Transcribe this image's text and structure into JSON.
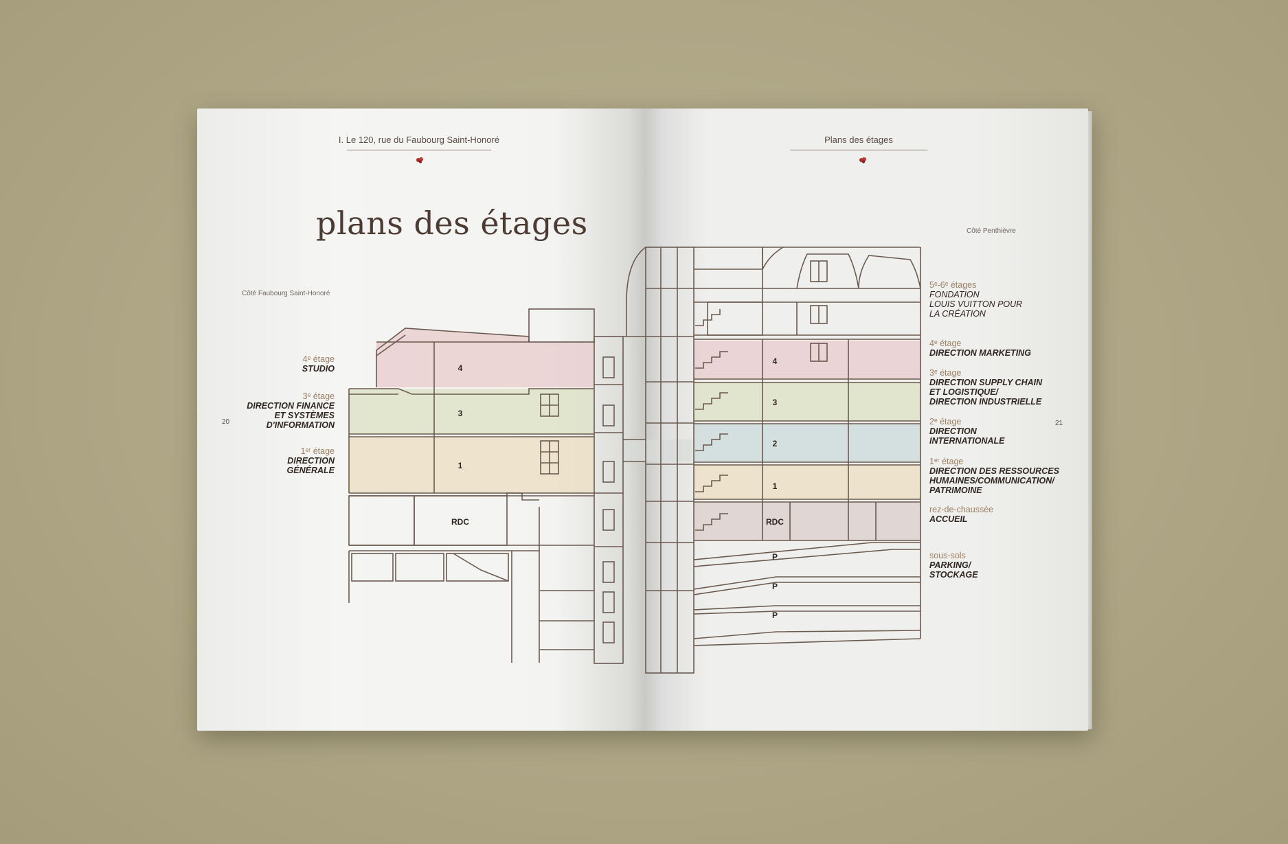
{
  "left_page": {
    "running_head": "I. Le 120, rue du Faubourg Saint-Honoré",
    "title": "plans des étages",
    "side_caption": "Côté Faubourg Saint-Honoré",
    "page_number": "20",
    "labels": [
      {
        "floor": "4ᵉ étage",
        "dept": [
          "STUDIO"
        ]
      },
      {
        "floor": "3ᵉ étage",
        "dept": [
          "DIRECTION FINANCE",
          "ET SYSTÈMES",
          "D'INFORMATION"
        ]
      },
      {
        "floor": "1ᵉʳ étage",
        "dept": [
          "DIRECTION",
          "GÉNÉRALE"
        ]
      }
    ]
  },
  "right_page": {
    "running_head": "Plans des étages",
    "side_caption": "Côté Penthièvre",
    "page_number": "21",
    "labels": [
      {
        "floor": "5ᵉ-6ᵉ étages",
        "dept": [
          "FONDATION",
          "LOUIS VUITTON POUR",
          "LA CRÉATION"
        ]
      },
      {
        "floor": "4ᵉ étage",
        "dept": [
          "DIRECTION MARKETING"
        ]
      },
      {
        "floor": "3ᵉ étage",
        "dept": [
          "DIRECTION SUPPLY CHAIN",
          "ET LOGISTIQUE/",
          "DIRECTION INDUSTRIELLE"
        ]
      },
      {
        "floor": "2ᵉ étage",
        "dept": [
          "DIRECTION",
          "INTERNATIONALE"
        ]
      },
      {
        "floor": "1ᵉʳ étage",
        "dept": [
          "DIRECTION DES RESSOURCES",
          "HUMAINES/COMMUNICATION/",
          "PATRIMOINE"
        ]
      },
      {
        "floor": "rez-de-chaussée",
        "dept": [
          "ACCUEIL"
        ]
      },
      {
        "floor": "sous-sols",
        "dept": [
          "PARKING/",
          "STOCKAGE"
        ]
      }
    ]
  },
  "section_floor_marks": {
    "left": [
      "4",
      "3",
      "1",
      "RDC"
    ],
    "right": [
      "4",
      "3",
      "2",
      "1",
      "RDC",
      "P",
      "P",
      "P"
    ]
  },
  "colors": {
    "floor_4": "#e9cfd0",
    "floor_3": "#dfe3c8",
    "floor_2": "#cfdcdc",
    "floor_1": "#ece1c7",
    "rdc": "#ddd2cf",
    "line": "#6b5a4f",
    "ornament": "#b02a2a"
  }
}
